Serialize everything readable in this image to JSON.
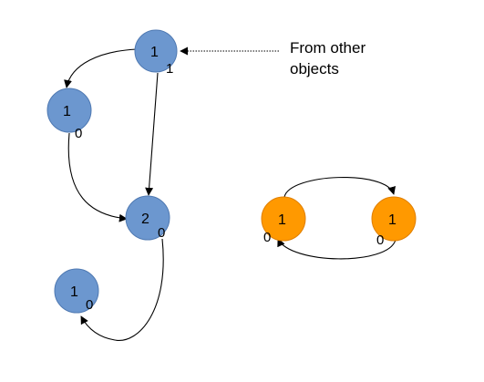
{
  "colors": {
    "blue_node": "#6c97cf",
    "blue_stroke": "#4f79b2",
    "orange_node": "#ff9900",
    "orange_stroke": "#e07f00",
    "edge": "#000000"
  },
  "nodes": [
    {
      "id": "n-top",
      "main": "1",
      "sub": "1",
      "color": "blue"
    },
    {
      "id": "n-left",
      "main": "1",
      "sub": "0",
      "color": "blue"
    },
    {
      "id": "n-middle",
      "main": "2",
      "sub": "0",
      "color": "blue"
    },
    {
      "id": "n-bottom",
      "main": "1",
      "sub": "0",
      "color": "blue"
    },
    {
      "id": "n-orange-left",
      "main": "1",
      "sub": "0",
      "color": "orange"
    },
    {
      "id": "n-orange-right",
      "main": "1",
      "sub": "0",
      "color": "orange"
    }
  ],
  "note": {
    "line1": "From other",
    "line2": "objects"
  }
}
